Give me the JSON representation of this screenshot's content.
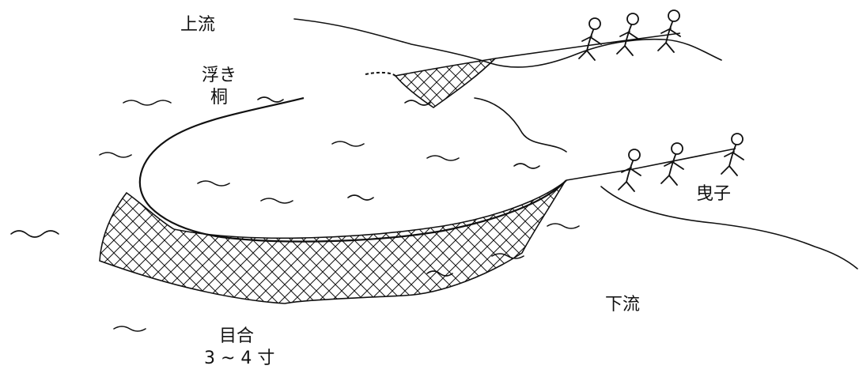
{
  "labels": {
    "upstream": "上流",
    "float_line_1": "浮き",
    "float_line_2": "桐",
    "downstream": "下流",
    "haulers": "曳子",
    "mesh_line_1": "目合",
    "mesh_line_2": "3 ~ 4 寸"
  },
  "colors": {
    "ink": "#111111",
    "background": "#ffffff"
  }
}
